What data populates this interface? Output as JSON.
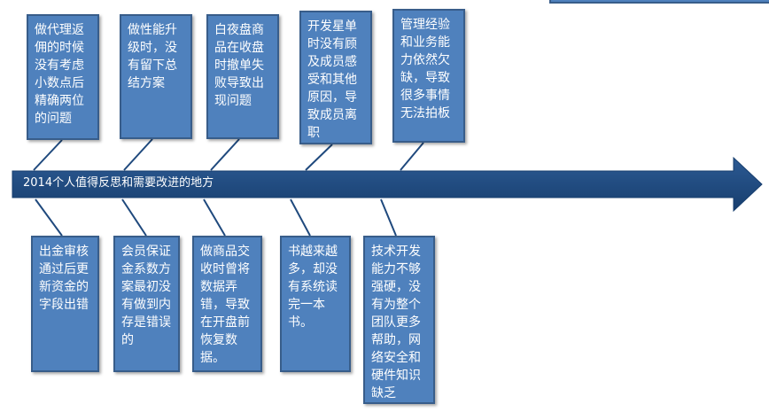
{
  "diagram": {
    "axis_label": "2014个人值得反思和需要改进的地方",
    "top_items": [
      "做代理返佣的时候没有考虑小数点后精确两位的问题",
      "做性能升级时，没有留下总结方案",
      "白夜盘商品在收盘时撤单失败导致出现问题",
      "开发星单时没有顾及成员感受和其他原因，导致成员离职",
      "管理经验和业务能力依然欠缺，导致很多事情无法拍板"
    ],
    "bottom_items": [
      "出金审核通过后更新资金的字段出错",
      "会员保证金系数方案最初没有做到内存是错误的",
      "做商品交收时曾将数据弄错，导致在开盘前恢复数据。",
      "书越来越多，却没有系统读完一本书。",
      "技术开发能力不够强硬，没有为整个团队更多帮助，网络安全和硬件知识缺乏"
    ],
    "colors": {
      "box_fill": "#4f81bd",
      "box_border": "#385d8a",
      "arrow_fill": "#1f497d",
      "connector": "#1f497d"
    }
  }
}
